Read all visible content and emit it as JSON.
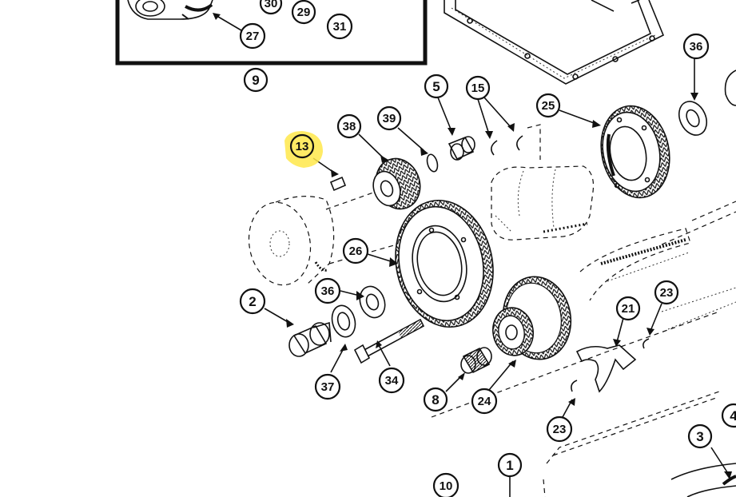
{
  "diagram": {
    "highlight_color": "#ffe84a",
    "callouts": [
      {
        "id": "c-30",
        "text": "30"
      },
      {
        "id": "c-29",
        "text": "29"
      },
      {
        "id": "c-31",
        "text": "31"
      },
      {
        "id": "c-27",
        "text": "27"
      },
      {
        "id": "c-9",
        "text": "9"
      },
      {
        "id": "c-36a",
        "text": "36"
      },
      {
        "id": "c-5",
        "text": "5"
      },
      {
        "id": "c-15",
        "text": "15"
      },
      {
        "id": "c-25",
        "text": "25"
      },
      {
        "id": "c-38",
        "text": "38"
      },
      {
        "id": "c-39",
        "text": "39"
      },
      {
        "id": "c-13",
        "text": "13"
      },
      {
        "id": "c-26",
        "text": "26"
      },
      {
        "id": "c-36b",
        "text": "36"
      },
      {
        "id": "c-2",
        "text": "2"
      },
      {
        "id": "c-37",
        "text": "37"
      },
      {
        "id": "c-34",
        "text": "34"
      },
      {
        "id": "c-8",
        "text": "8"
      },
      {
        "id": "c-24",
        "text": "24"
      },
      {
        "id": "c-21",
        "text": "21"
      },
      {
        "id": "c-23a",
        "text": "23"
      },
      {
        "id": "c-23b",
        "text": "23"
      },
      {
        "id": "c-1",
        "text": "1"
      },
      {
        "id": "c-10",
        "text": "10"
      },
      {
        "id": "c-3",
        "text": "3"
      },
      {
        "id": "c-4",
        "text": "4"
      }
    ]
  }
}
